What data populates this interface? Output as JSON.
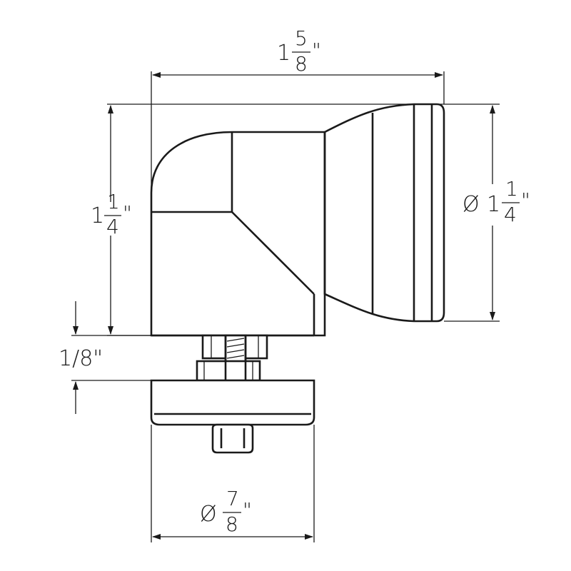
{
  "dimensions": {
    "overall_width": {
      "whole": "1",
      "numerator": "5",
      "denominator": "8",
      "unit": "\""
    },
    "body_height": {
      "whole": "1",
      "numerator": "1",
      "denominator": "4",
      "unit": "\""
    },
    "head_diameter": {
      "symbol": "Ø",
      "whole": "1",
      "numerator": "1",
      "denominator": "4",
      "unit": "\""
    },
    "gap": {
      "text": "1/8\""
    },
    "base_diameter": {
      "symbol": "Ø",
      "numerator": "7",
      "denominator": "8",
      "unit": "\""
    }
  }
}
